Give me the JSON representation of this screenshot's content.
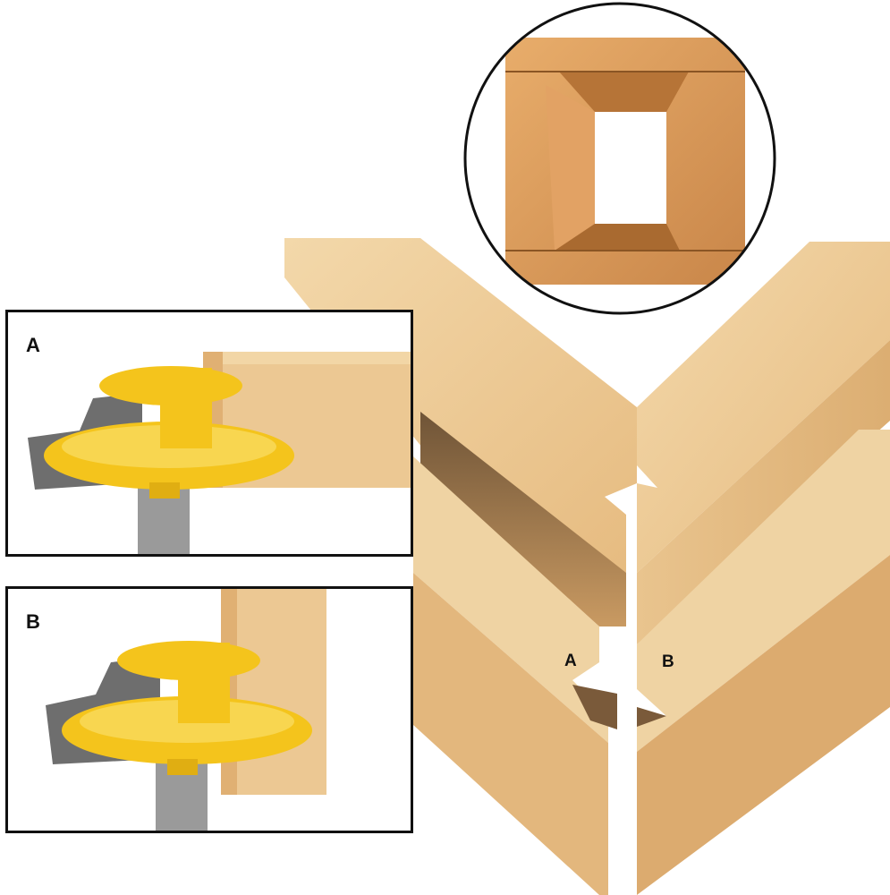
{
  "panel_a": {
    "label": "A"
  },
  "panel_b": {
    "label": "B"
  },
  "joint": {
    "label_a": "A",
    "label_b": "B"
  },
  "colors": {
    "wood_face": "#ecc893",
    "wood_end": "#e2b278",
    "wood_shadow": "#8a6a45",
    "bit_yellow": "#f4c41c",
    "carbide": "#6e6e6e",
    "shank": "#9a9a9a",
    "frame_wood": "#d99a5c"
  }
}
